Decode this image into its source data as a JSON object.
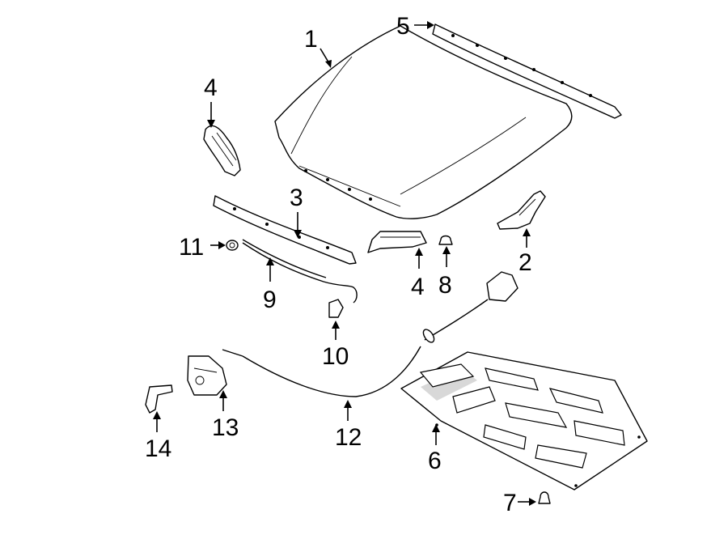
{
  "callouts": [
    {
      "id": "c1",
      "label": "1"
    },
    {
      "id": "c2",
      "label": "2"
    },
    {
      "id": "c3",
      "label": "3"
    },
    {
      "id": "c4a",
      "label": "4"
    },
    {
      "id": "c4b",
      "label": "4"
    },
    {
      "id": "c5",
      "label": "5"
    },
    {
      "id": "c6",
      "label": "6"
    },
    {
      "id": "c7",
      "label": "7"
    },
    {
      "id": "c8",
      "label": "8"
    },
    {
      "id": "c9",
      "label": "9"
    },
    {
      "id": "c10",
      "label": "10"
    },
    {
      "id": "c11",
      "label": "11"
    },
    {
      "id": "c12",
      "label": "12"
    },
    {
      "id": "c13",
      "label": "13"
    },
    {
      "id": "c14",
      "label": "14"
    }
  ]
}
